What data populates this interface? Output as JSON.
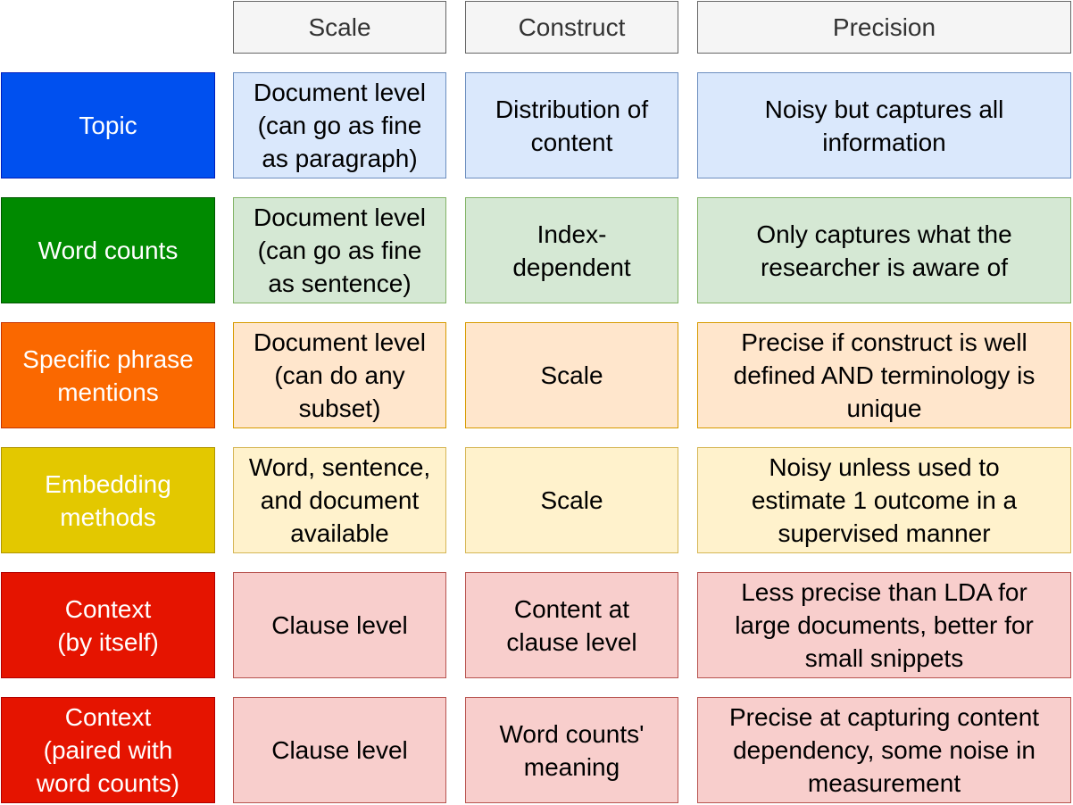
{
  "headers": {
    "scale": "Scale",
    "construct": "Construct",
    "precision": "Precision"
  },
  "rows": [
    {
      "label": "Topic",
      "scale": "Document level\n(can go as fine\nas paragraph)",
      "construct": "Distribution of\ncontent",
      "precision": "Noisy but captures all\ninformation",
      "colors": {
        "label_fill": "#0050ef",
        "label_border": "#001dbc",
        "cell_fill": "#dae8fc",
        "cell_border": "#6c8ebf"
      }
    },
    {
      "label": "Word counts",
      "scale": "Document level\n(can go as fine\nas sentence)",
      "construct": "Index-\ndependent",
      "precision": "Only captures what the\nresearcher is aware of",
      "colors": {
        "label_fill": "#008a00",
        "label_border": "#005700",
        "cell_fill": "#d5e8d4",
        "cell_border": "#82b366"
      }
    },
    {
      "label": "Specific phrase\nmentions",
      "scale": "Document level\n(can do any\nsubset)",
      "construct": "Scale",
      "precision": "Precise if construct is well\ndefined AND terminology is\nunique",
      "colors": {
        "label_fill": "#fa6800",
        "label_border": "#c73500",
        "cell_fill": "#ffe6cc",
        "cell_border": "#d79b00"
      }
    },
    {
      "label": "Embedding\nmethods",
      "scale": "Word, sentence,\nand document\navailable",
      "construct": "Scale",
      "precision": "Noisy unless used to\nestimate 1 outcome in a\nsupervised manner",
      "colors": {
        "label_fill": "#e3c800",
        "label_border": "#b09500",
        "cell_fill": "#fff2cc",
        "cell_border": "#d6b656"
      }
    },
    {
      "label": "Context\n(by itself)",
      "scale": "Clause level",
      "construct": "Content at\nclause level",
      "precision": "Less precise than LDA for\nlarge documents, better for\nsmall snippets",
      "colors": {
        "label_fill": "#e51400",
        "label_border": "#b20000",
        "cell_fill": "#f8cecc",
        "cell_border": "#b85450"
      }
    },
    {
      "label": "Context\n(paired with\nword counts)",
      "scale": "Clause level",
      "construct": "Word counts'\nmeaning",
      "precision": "Precise at capturing content\ndependency, some noise in\nmeasurement",
      "colors": {
        "label_fill": "#e51400",
        "label_border": "#b20000",
        "cell_fill": "#f8cecc",
        "cell_border": "#b85450"
      }
    }
  ]
}
